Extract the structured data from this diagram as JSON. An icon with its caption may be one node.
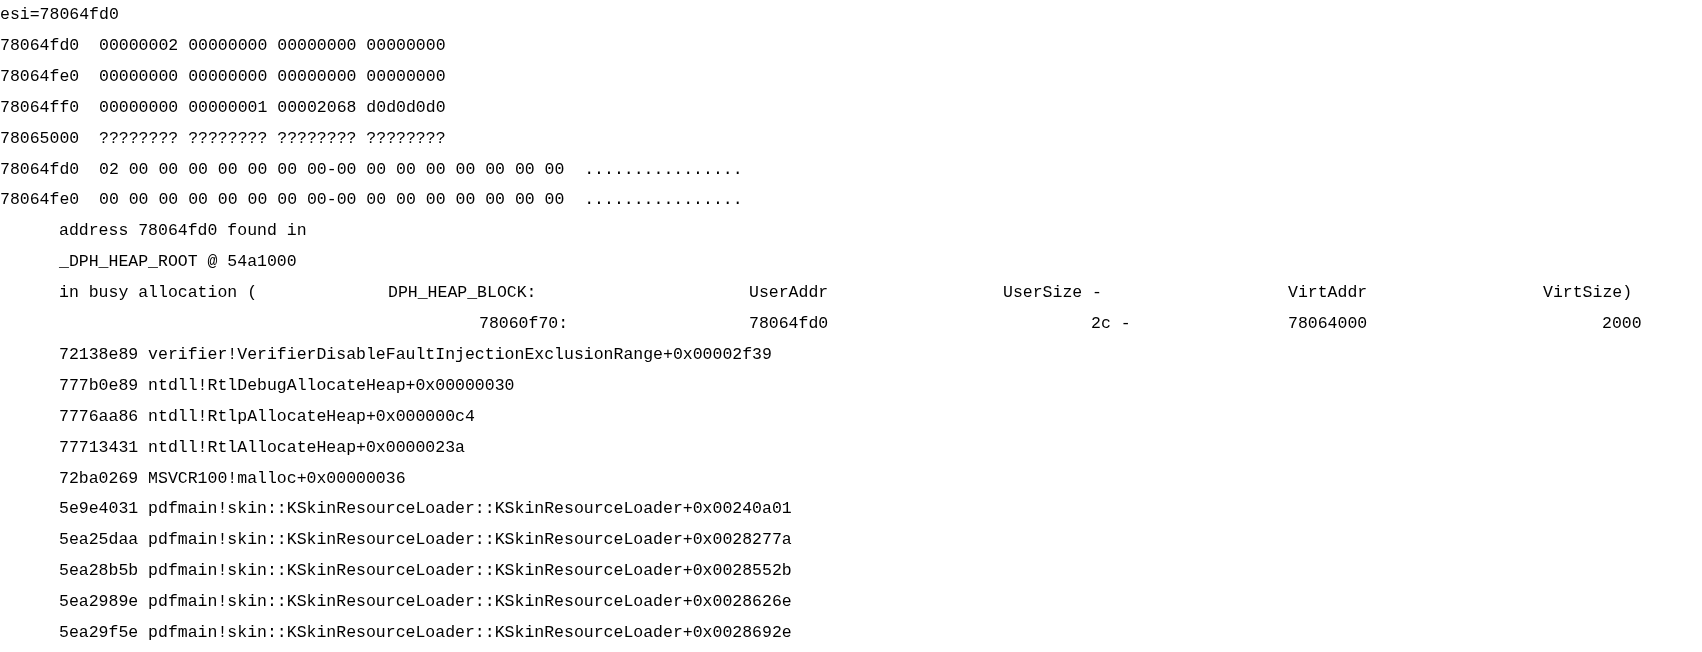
{
  "diagram": {
    "labels": [
      "esi=78064fd0",
      "78064fd0  00000002 00000000 00000000 00000000",
      "78064fe0  00000000 00000000 00000000 00000000",
      "78064ff0  00000000 00000001 00002068 d0d0d0d0",
      "78065000  ???????? ???????? ???????? ????????",
      "78064fd0  02 00 00 00 00 00 00 00-00 00 00 00 00 00 00 00  ................",
      "78064fe0  00 00 00 00 00 00 00 00-00 00 00 00 00 00 00 00  ................",
      "address 78064fd0 found in",
      "_DPH_HEAP_ROOT @ 54a1000",
      "in busy allocation (",
      "DPH_HEAP_BLOCK:",
      "UserAddr",
      "UserSize -",
      "VirtAddr",
      "VirtSize)",
      "78060f70:",
      "78064fd0",
      "2c -",
      "78064000",
      "2000",
      "72138e89 verifier!VerifierDisableFaultInjectionExclusionRange+0x00002f39",
      "777b0e89 ntdll!RtlDebugAllocateHeap+0x00000030",
      "7776aa86 ntdll!RtlpAllocateHeap+0x000000c4",
      "77713431 ntdll!RtlAllocateHeap+0x0000023a",
      "72ba0269 MSVCR100!malloc+0x00000036",
      "5e9e4031 pdfmain!skin::KSkinResourceLoader::KSkinResourceLoader+0x00240a01",
      "5ea25daa pdfmain!skin::KSkinResourceLoader::KSkinResourceLoader+0x0028277a",
      "5ea28b5b pdfmain!skin::KSkinResourceLoader::KSkinResourceLoader+0x0028552b",
      "5ea2989e pdfmain!skin::KSkinResourceLoader::KSkinResourceLoader+0x0028626e",
      "5ea29f5e pdfmain!skin::KSkinResourceLoader::KSkinResourceLoader+0x0028692e"
    ]
  }
}
